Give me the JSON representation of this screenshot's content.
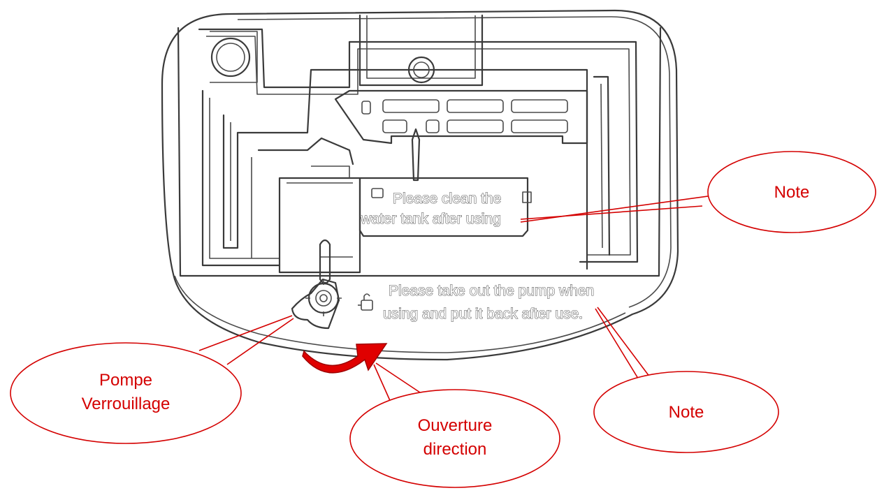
{
  "device_labels": {
    "tank_note_line1": "Please clean the",
    "tank_note_line2": "water tank after using",
    "pump_note_line1": "Please take out the pump when",
    "pump_note_line2": "using and put it back after use."
  },
  "callouts": {
    "note_top": "Note",
    "note_bottom": "Note",
    "pump_lock_line1": "Pompe",
    "pump_lock_line2": "Verrouillage",
    "opening_line1": "Ouverture",
    "opening_line2": "direction"
  },
  "colors": {
    "callout": "#d40000",
    "arrow": "#e00000",
    "outline": "#3a3a3a"
  },
  "icons": {
    "opening_arrow": "curved-arrow-icon",
    "pump_knob": "knob-icon",
    "unlock_symbol": "padlock-icon"
  }
}
